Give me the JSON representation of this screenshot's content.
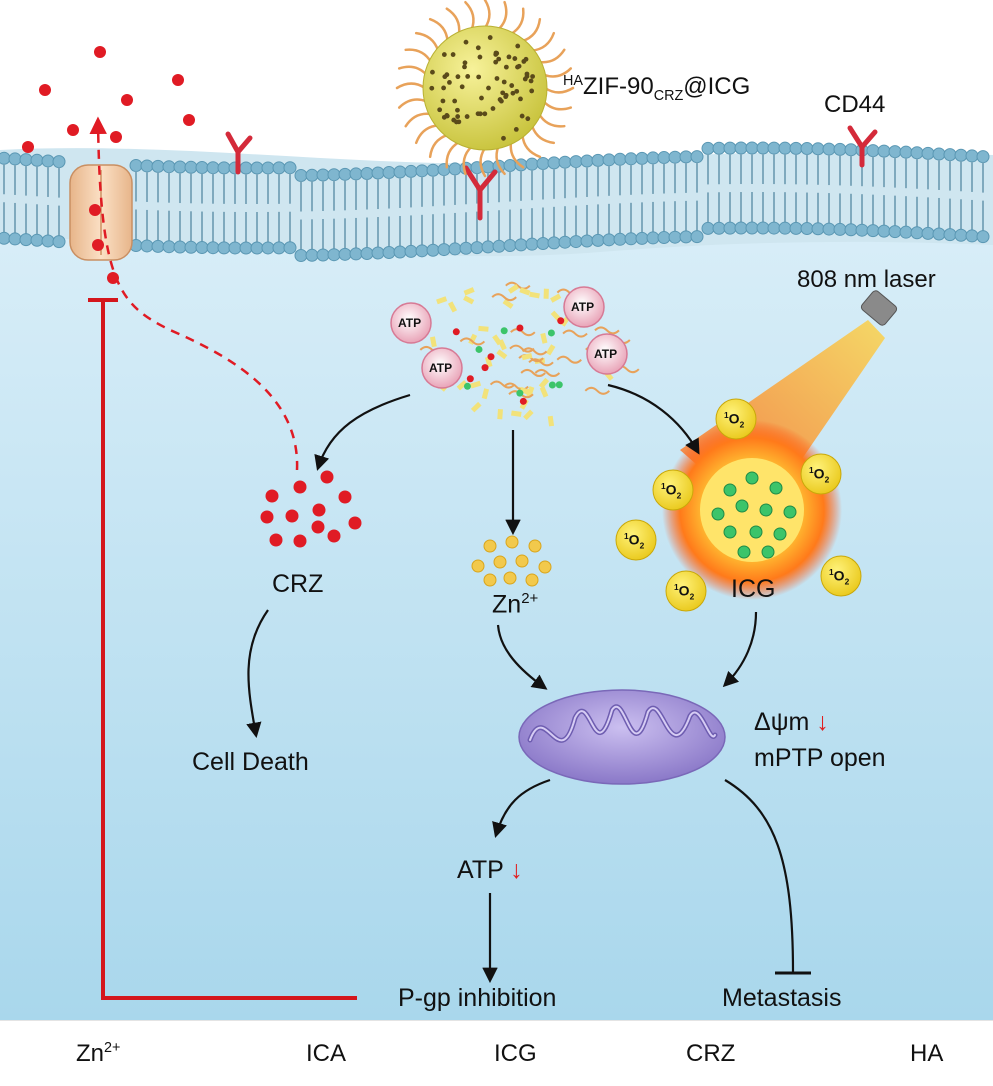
{
  "labels": {
    "nanoparticle": {
      "sup": "HA",
      "main": "ZIF-90",
      "sub": "CRZ",
      "tail": "@ICG"
    },
    "cd44": "CD44",
    "laser": "808 nm laser",
    "atp_badge": "ATP",
    "singlet_oxygen": {
      "sup": "1",
      "main": "O",
      "sub": "2"
    },
    "crz": "CRZ",
    "zn": {
      "main": "Zn",
      "sup": "2+"
    },
    "icg": "ICG",
    "cell_death": "Cell Death",
    "delta_psi": "Δψm",
    "mptp": "mPTP open",
    "atp_down": "ATP",
    "down_arrow": "↓",
    "pgp": "P-gp inhibition",
    "metastasis": "Metastasis"
  },
  "legend": {
    "zn": {
      "main": "Zn",
      "sup": "2+"
    },
    "ica": "ICA",
    "icg": "ICG",
    "crz": "CRZ",
    "ha": "HA"
  },
  "colors": {
    "background_top": "#ffffff",
    "cytoplasm": "#bfe2f1",
    "membrane": "#8fc3d9",
    "crz_red": "#e01b24",
    "zn_yellow": "#f2c94c",
    "icg_green": "#3cc46a",
    "ha_orange": "#e8a25a",
    "mito_purple": "#a99bdc",
    "inhibit_red": "#d4161c"
  },
  "icons": [
    "p-gp-transporter-icon",
    "cd44-receptor-icon",
    "nanoparticle-icon",
    "laser-icon",
    "mitochondrion-icon",
    "ica-molecule-icon"
  ]
}
